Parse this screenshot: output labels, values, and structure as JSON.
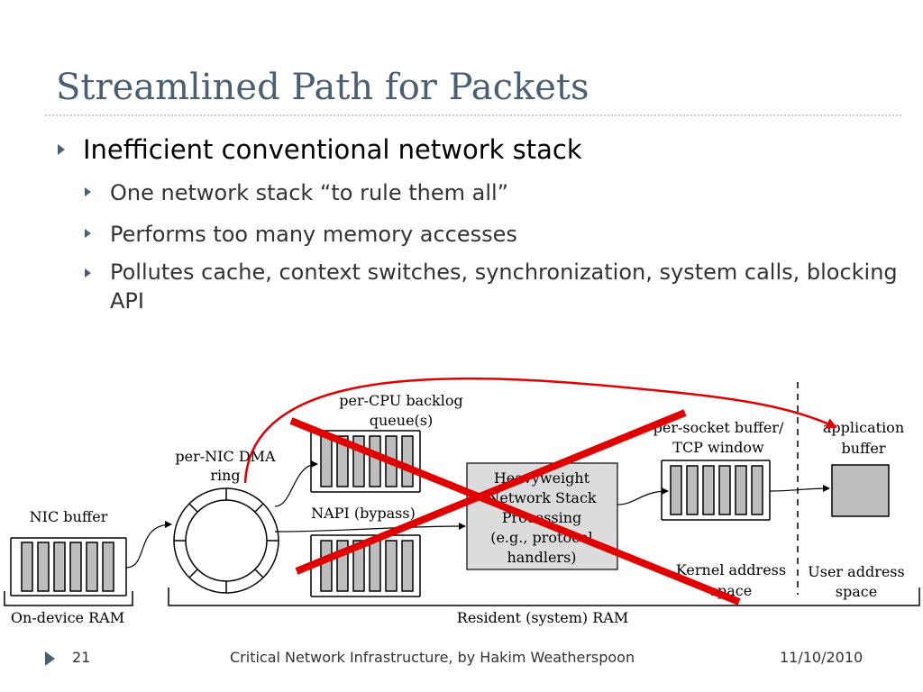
{
  "title": "Streamlined Path for Packets",
  "bullets": {
    "main": "Inefficient conventional network stack",
    "sub": [
      "One network stack “to rule them all”",
      "Performs too many memory accesses",
      "Pollutes cache, context switches, synchronization, system calls, blocking API"
    ]
  },
  "diagram": {
    "nic_buffer": "NIC buffer",
    "dma_ring": [
      "per-NIC DMA",
      "ring"
    ],
    "backlog": [
      "per-CPU backlog",
      "queue(s)"
    ],
    "napi": "NAPI (bypass)",
    "stack": [
      "Heavyweight",
      "Network Stack",
      "Processing",
      "(e.g., protocol",
      "handlers)"
    ],
    "socket_buffer": [
      "per-socket buffer/",
      "TCP window"
    ],
    "app_buffer": [
      "application",
      "buffer"
    ],
    "kernel_space": [
      "Kernel address",
      "space"
    ],
    "user_space": [
      "User address",
      "space"
    ],
    "on_device": "On-device RAM",
    "resident": "Resident (system) RAM"
  },
  "footer": {
    "page": "21",
    "center": "Critical Network Infrastructure, by Hakim Weatherspoon",
    "date": "11/10/2010"
  }
}
